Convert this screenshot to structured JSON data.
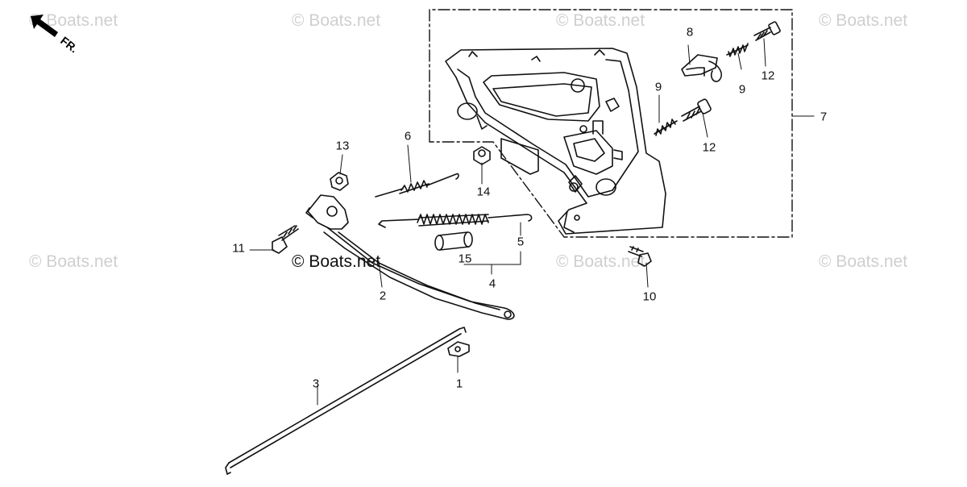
{
  "watermark": "© Boats.net",
  "center_watermark": "© Boats.net",
  "direction_label": "FR.",
  "callouts": [
    {
      "id": "1",
      "label": "1"
    },
    {
      "id": "2",
      "label": "2"
    },
    {
      "id": "3",
      "label": "3"
    },
    {
      "id": "4",
      "label": "4"
    },
    {
      "id": "5",
      "label": "5"
    },
    {
      "id": "6",
      "label": "6"
    },
    {
      "id": "7",
      "label": "7"
    },
    {
      "id": "8",
      "label": "8"
    },
    {
      "id": "9a",
      "label": "9"
    },
    {
      "id": "9b",
      "label": "9"
    },
    {
      "id": "10",
      "label": "10"
    },
    {
      "id": "11",
      "label": "11"
    },
    {
      "id": "12a",
      "label": "12"
    },
    {
      "id": "12b",
      "label": "12"
    },
    {
      "id": "13",
      "label": "13"
    },
    {
      "id": "14",
      "label": "14"
    },
    {
      "id": "15",
      "label": "15"
    }
  ],
  "colors": {
    "line": "#111111",
    "watermark": "#cfcfcf"
  }
}
